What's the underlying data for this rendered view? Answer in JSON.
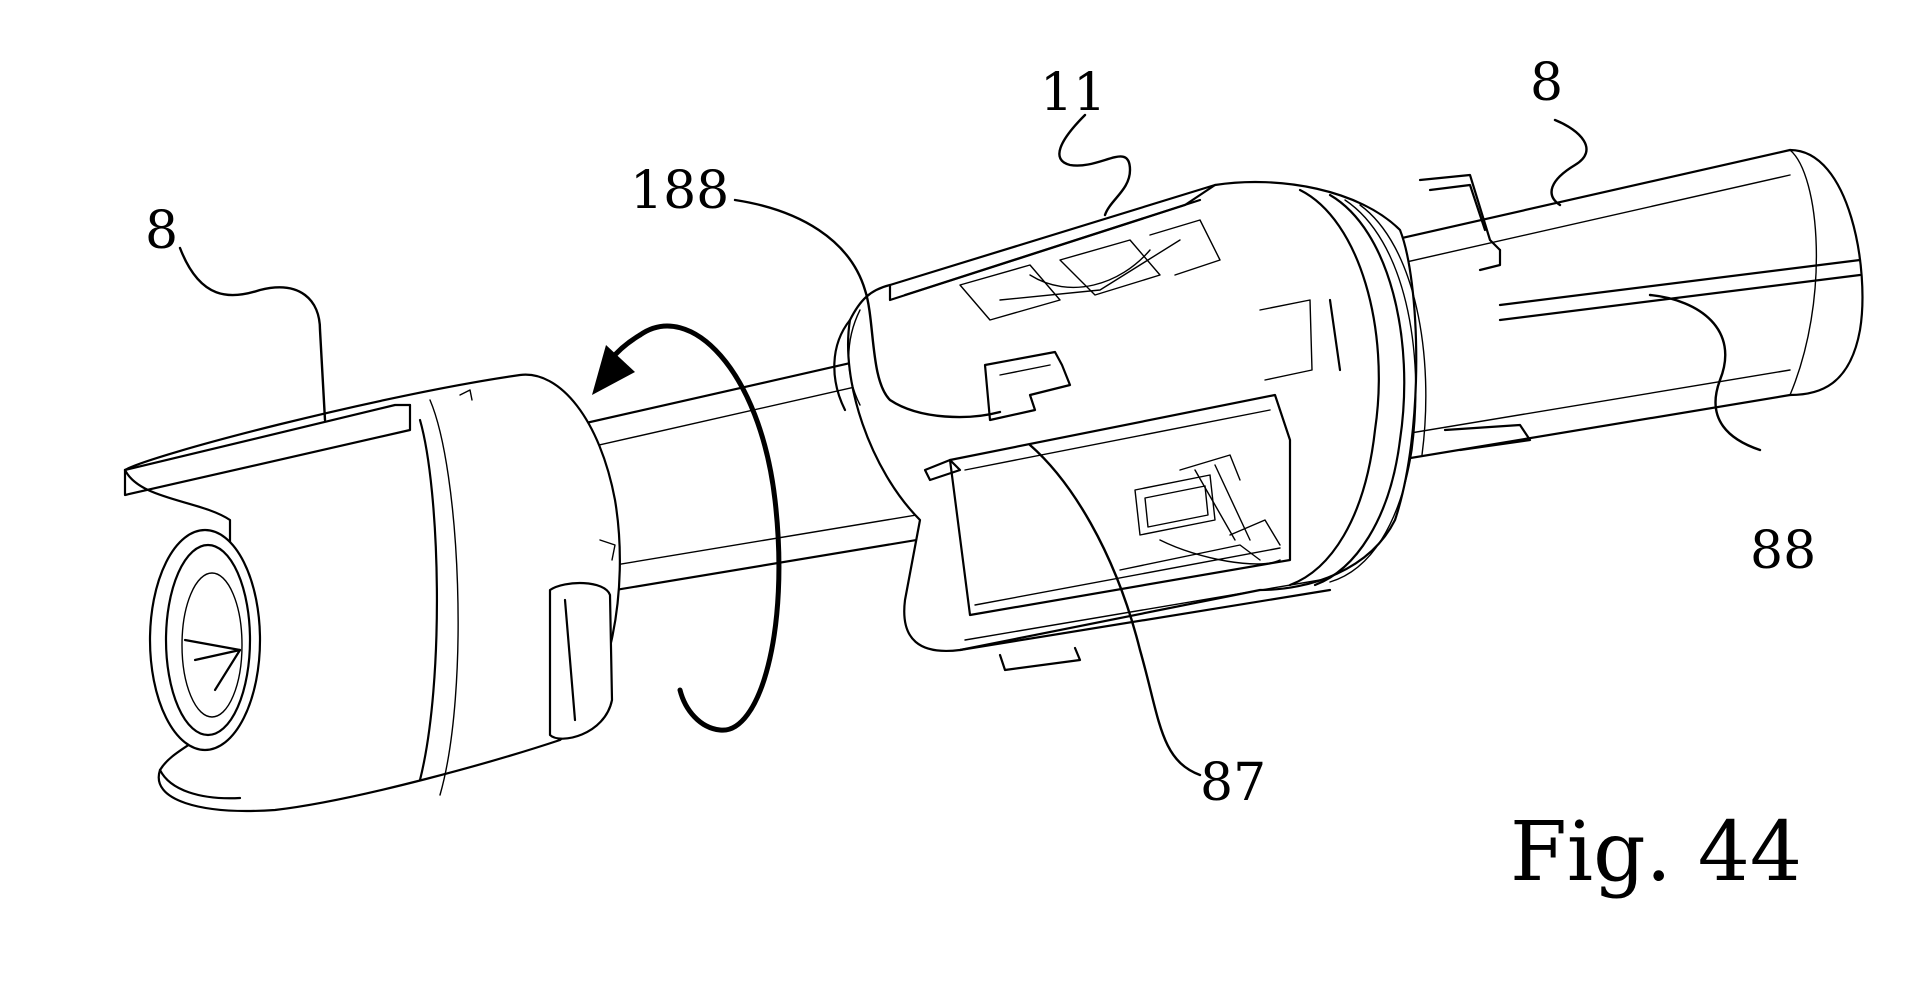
{
  "figure": {
    "caption": "Fig. 44",
    "labels": {
      "eight_left": "8",
      "eight_right": "8",
      "eleven": "11",
      "one_eighty_eight": "188",
      "eighty_seven": "87",
      "eighty_eight": "88"
    },
    "icons": {
      "rotation": "rotation-arrow-icon"
    }
  }
}
